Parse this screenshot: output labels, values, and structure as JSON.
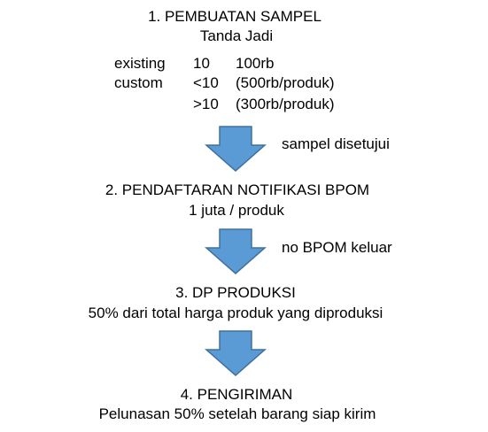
{
  "steps": [
    {
      "title": "1. PEMBUATAN SAMPEL",
      "subtitle": "Tanda Jadi",
      "pricing": {
        "rows": [
          [
            "existing",
            "10",
            "100rb"
          ],
          [
            "custom",
            "<10",
            "(500rb/produk)"
          ],
          [
            "",
            ">10",
            "(300rb/produk)"
          ]
        ]
      }
    },
    {
      "title": "2. PENDAFTARAN NOTIFIKASI BPOM",
      "subtitle": "1 juta / produk"
    },
    {
      "title": "3. DP PRODUKSI",
      "subtitle": "50% dari total harga produk yang diproduksi"
    },
    {
      "title": "4. PENGIRIMAN",
      "subtitle": "Pelunasan 50% setelah barang siap kirim"
    }
  ],
  "transitions": [
    {
      "label": "sampel disetujui"
    },
    {
      "label": "no BPOM keluar"
    },
    {
      "label": ""
    }
  ],
  "colors": {
    "arrow_fill": "#5b9bd5",
    "arrow_stroke": "#41719c",
    "text": "#000000"
  }
}
